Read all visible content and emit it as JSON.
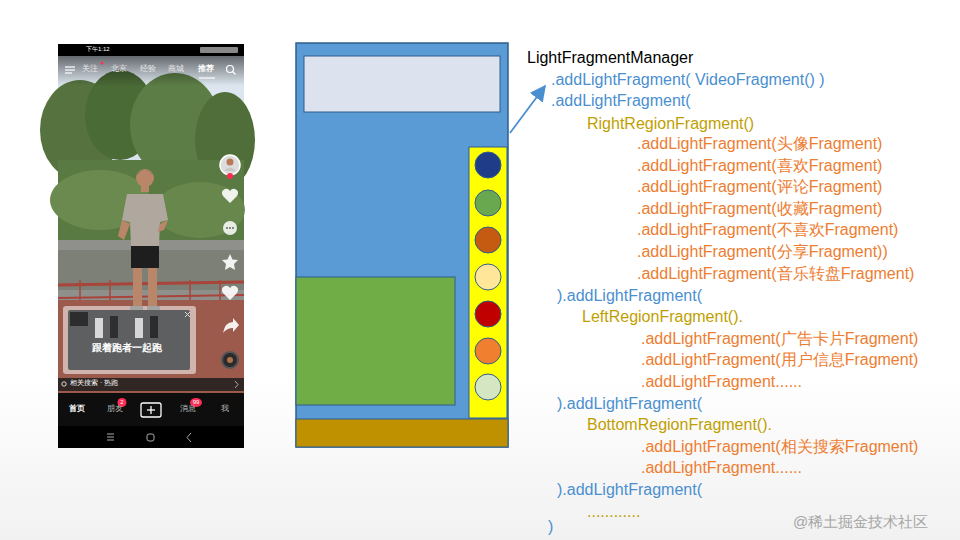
{
  "diagram": {
    "labels": [
      "下午1:12",
      "关注",
      "北京",
      "经验",
      "商城",
      "推荐",
      "跟着跑者一起跑",
      "相关搜索 · 热跑",
      "首页",
      "朋友",
      "2",
      "消息",
      "99",
      "我",
      "LightFragmentManager",
      ".addLightFragment( VideoFragment() )",
      ".addLightFragment(",
      "RightRegionFragment()",
      ".addLightFragment(头像Fragment)",
      ".addLightFragment(喜欢Fragment)",
      ".addLightFragment(评论Fragment)",
      ".addLightFragment(收藏Fragment)",
      ".addLightFragment(不喜欢Fragment)",
      ".addLightFragment(分享Fragment))",
      ".addLightFragment(音乐转盘Fragment)",
      ").addLightFragment(",
      "LeftRegionFragment().",
      ".addLightFragment(广告卡片Fragment)",
      ".addLightFragment(用户信息Fragment)",
      ".addLightFragment......",
      ").addLightFragment(",
      "BottomRegionFragment().",
      ".addLightFragment(相关搜索Fragment)",
      ".addLightFragment......",
      ").addLightFragment(",
      "............",
      ")",
      "@稀土掘金技术社区"
    ]
  }
}
